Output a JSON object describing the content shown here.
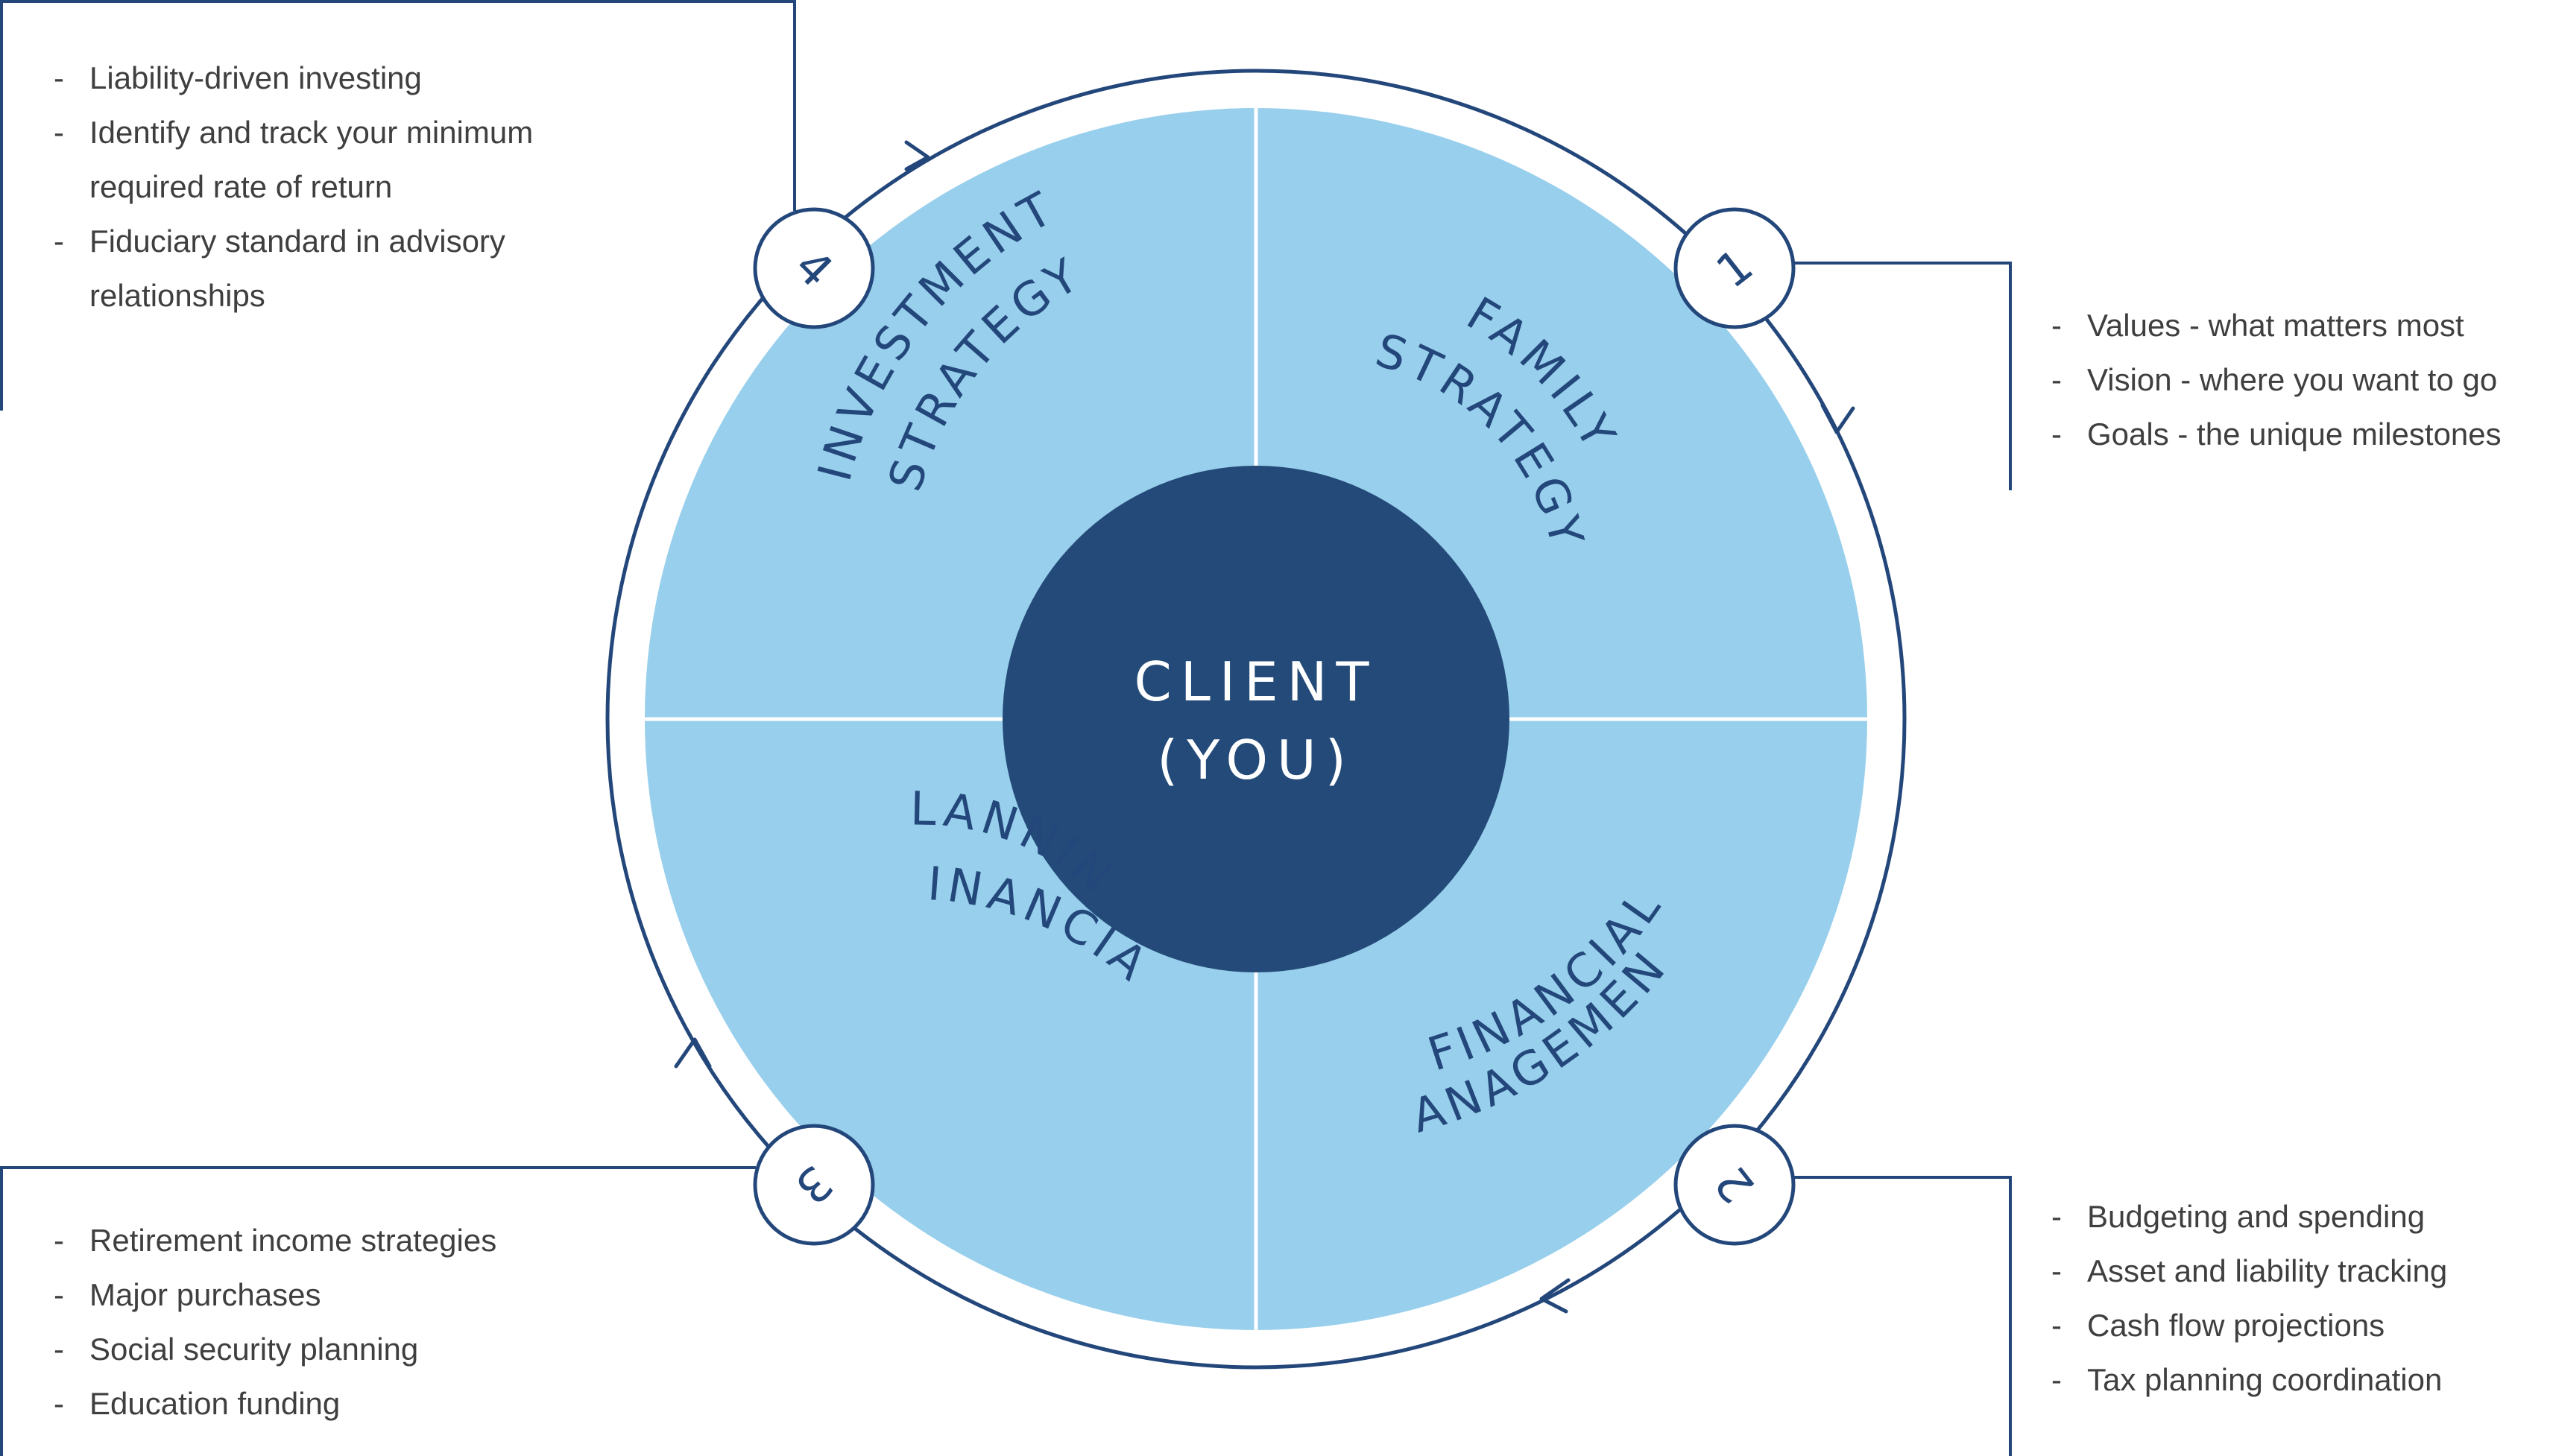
{
  "center": {
    "line1": "CLIENT",
    "line2": "(YOU)"
  },
  "quadrants": [
    {
      "step": "1",
      "line1": "FAMILY",
      "line2": "STRATEGY"
    },
    {
      "step": "2",
      "line1": "FINANCIAL",
      "line2": "MANAGEMENT"
    },
    {
      "step": "3",
      "line1": "FINANCIAL",
      "line2": "PLANNING"
    },
    {
      "step": "4",
      "line1": "INVESTMENT",
      "line2": "STRATEGY"
    }
  ],
  "callouts": {
    "step1": [
      "Values - what matters most",
      "Vision - where you want to go",
      "Goals - the unique milestones"
    ],
    "step2": [
      "Budgeting and spending",
      "Asset and liability tracking",
      "Cash flow projections",
      "Tax planning coordination"
    ],
    "step3": [
      "Retirement income strategies",
      "Major purchases",
      "Social security planning",
      "Education funding"
    ],
    "step4": [
      "Liability-driven investing",
      "Identify and track your minimum",
      "required rate of return",
      "Fiduciary standard in advisory",
      "relationships"
    ]
  },
  "bullet_marker": "-",
  "colors": {
    "wheel_fill": "#98cfec",
    "center_fill": "#234a78",
    "line": "#23477a",
    "text": "#3f3f3f"
  }
}
